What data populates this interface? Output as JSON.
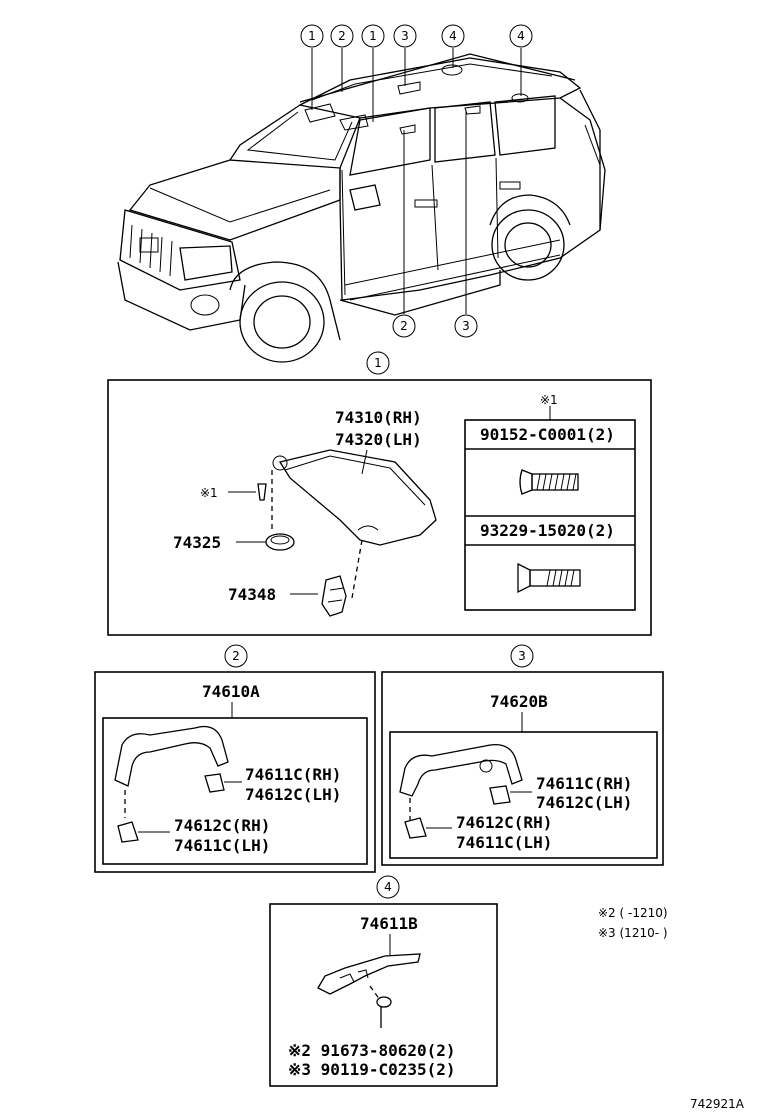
{
  "callouts_top": [
    "1",
    "2",
    "1",
    "3",
    "4",
    "4"
  ],
  "callouts_bottom": [
    "2",
    "3"
  ],
  "sections": {
    "s1": {
      "label": "1",
      "sunvisor_rh": "74310(RH)",
      "sunvisor_lh": "74320(LH)",
      "holder": "74325",
      "clip": "74348",
      "note_mark": "※1",
      "hw_header": "※1",
      "hw1": "90152-C0001(2)",
      "hw2": "93229-15020(2)"
    },
    "s2": {
      "label": "2",
      "assembly": "74610A",
      "cap1_a": "74611C(RH)",
      "cap1_b": "74612C(LH)",
      "cap2_a": "74612C(RH)",
      "cap2_b": "74611C(LH)"
    },
    "s3": {
      "label": "3",
      "assembly": "74620B",
      "cap1_a": "74611C(RH)",
      "cap1_b": "74612C(LH)",
      "cap2_a": "74612C(RH)",
      "cap2_b": "74611C(LH)"
    },
    "s4": {
      "label": "4",
      "assembly": "74611B",
      "screw_a": "※2 91673-80620(2)",
      "screw_b": "※3 90119-C0235(2)"
    }
  },
  "legend": {
    "l1": "※2 (    -1210)",
    "l2": "※3 (1210-    )"
  },
  "diagram_code": "742921A"
}
